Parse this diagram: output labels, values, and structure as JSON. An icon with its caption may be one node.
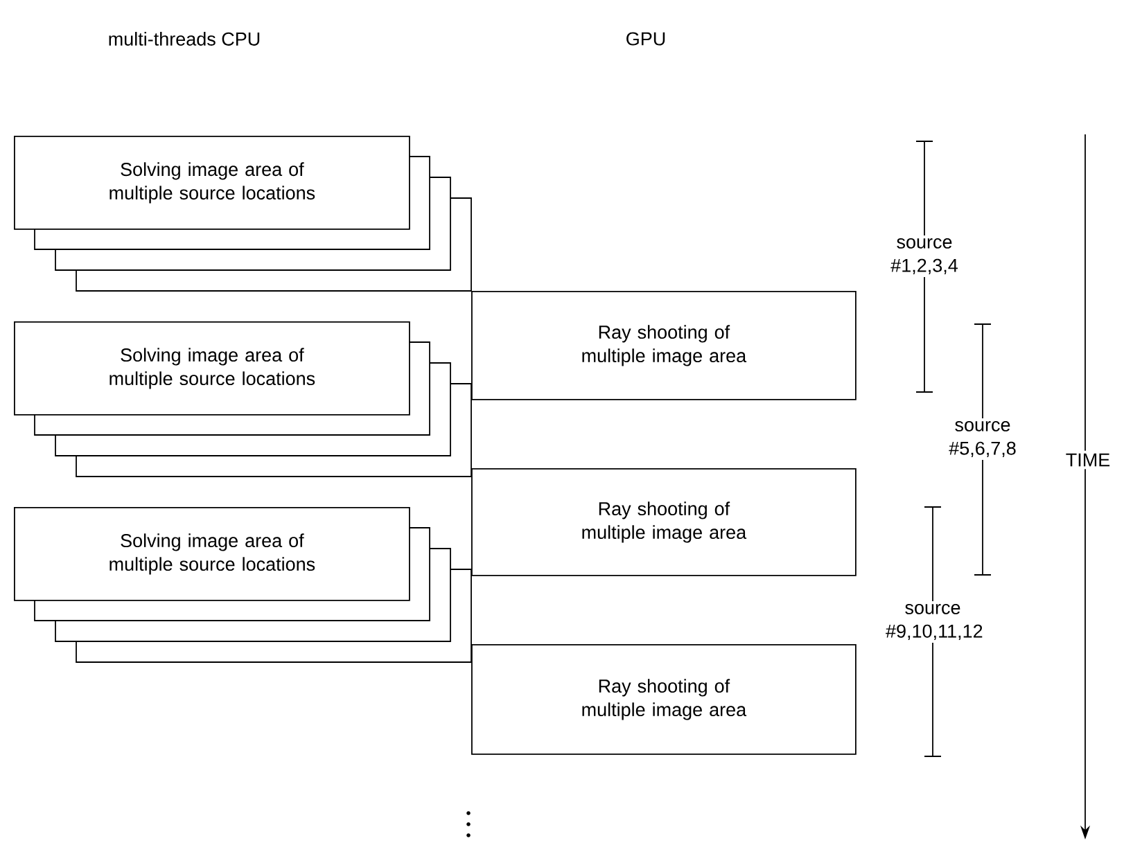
{
  "diagram": {
    "nodes": [
      {
        "text": [
          "Solving image area of multiple source locations"
        ]
      },
      {
        "text": [
          "Ray shooting of multiple image area"
        ]
      },
      {
        "text": [
          "Solving image area of multiple source locations"
        ]
      },
      {
        "text": [
          "Ray shooting of multiple image area"
        ]
      },
      {
        "text": [
          "Solving image area of multiple source locations"
        ]
      },
      {
        "text": [
          "Ray shooting of multiple image area"
        ]
      }
    ],
    "labels": [
      "multi-threads CPU",
      "GPU",
      "source #1,2,3,4",
      "source #5,6,7,8",
      "source #9,10,11,12",
      "TIME"
    ]
  }
}
